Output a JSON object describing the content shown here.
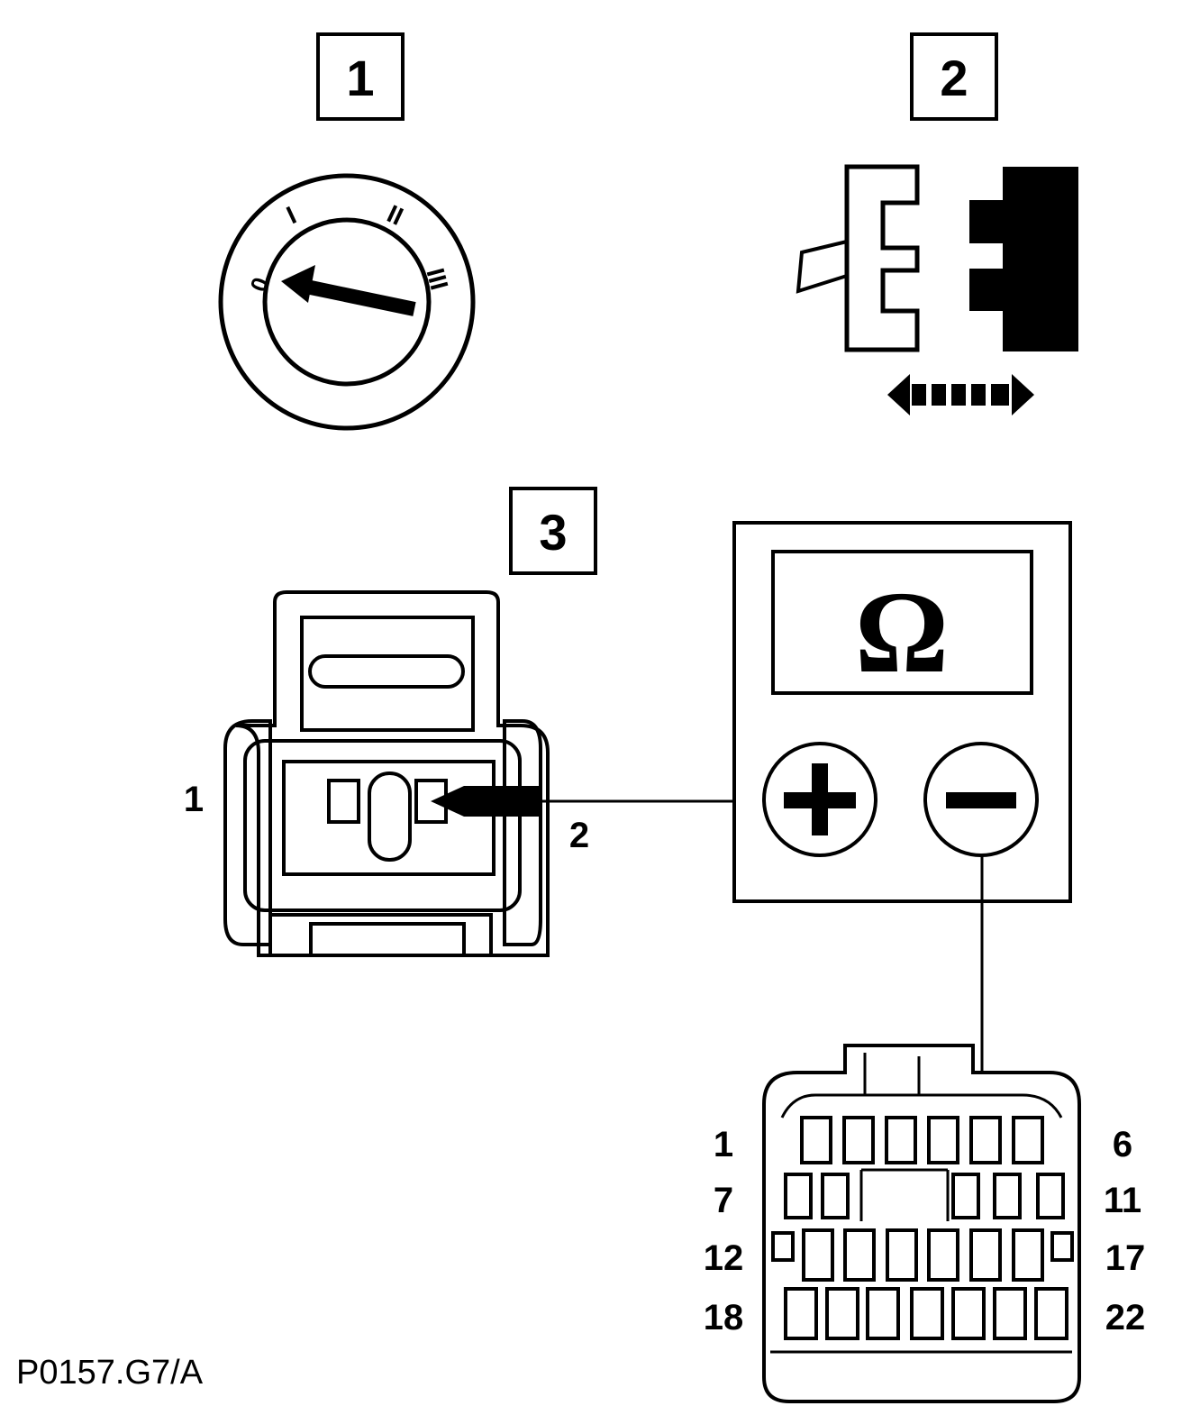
{
  "steps": [
    {
      "number": "1"
    },
    {
      "number": "2"
    },
    {
      "number": "3"
    }
  ],
  "ignition_switch": {
    "positions": [
      "0",
      "I",
      "II",
      "III"
    ]
  },
  "sensor_connector": {
    "pin_left": "1",
    "pin_right": "2"
  },
  "multimeter": {
    "display_symbol": "Ω",
    "positive_label": "+",
    "negative_label": "−"
  },
  "ecu_connector": {
    "row_labels_left": [
      "1",
      "7",
      "12",
      "18"
    ],
    "row_labels_right": [
      "6",
      "11",
      "17",
      "22"
    ]
  },
  "figure_reference": "P0157.G7/A"
}
